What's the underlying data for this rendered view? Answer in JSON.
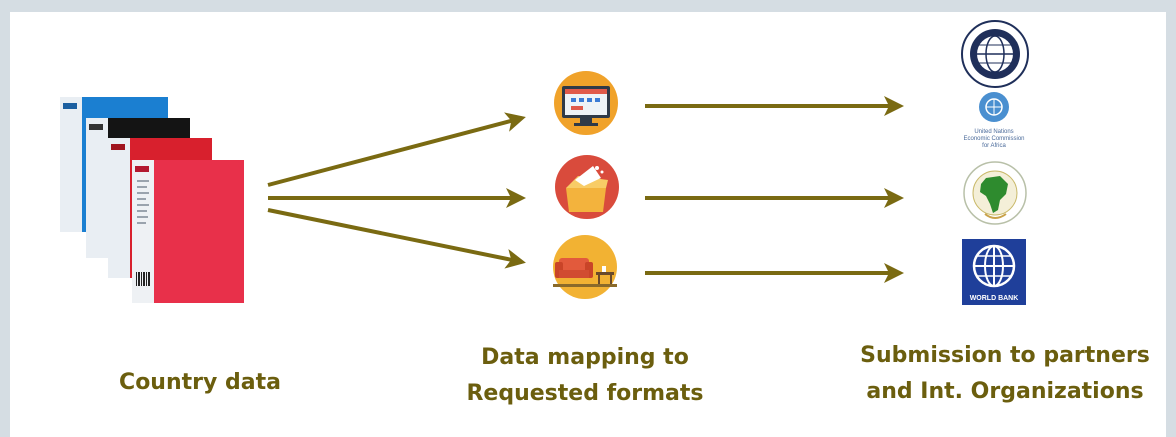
{
  "labels": {
    "country_data": "Country data",
    "mapping_line1": "Data mapping to",
    "mapping_line2": "Requested formats",
    "submission_line1": "Submission to partners",
    "submission_line2": "and Int. Organizations"
  },
  "logos": {
    "uneca_line1": "United Nations",
    "uneca_line2": "Economic Commission",
    "uneca_line3": "for Africa",
    "world_bank": "WORLD BANK"
  },
  "colors": {
    "arrow": "#7a6a12",
    "label": "#6b5e0e",
    "folder_blue": "#1b7fd1",
    "folder_black": "#141414",
    "folder_red": "#d8202d",
    "folder_pink": "#e8304a",
    "icon_screen_bg": "#f0a22a",
    "icon_box_bg": "#d94b3c",
    "icon_sofa_bg": "#f2b233",
    "world_bank_blue": "#1f3f9a"
  },
  "icons": [
    "folders-icon",
    "screen-icon",
    "package-icon",
    "sofa-icon",
    "imf-logo-icon",
    "uneca-logo-icon",
    "african-union-logo-icon",
    "world-bank-logo-icon"
  ]
}
